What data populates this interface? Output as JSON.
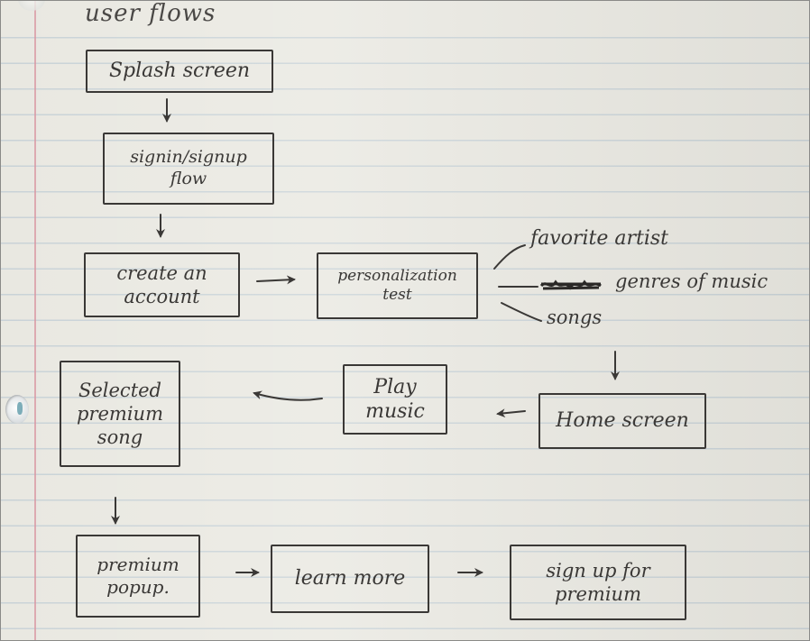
{
  "title": "user flows",
  "nodes": {
    "splash": "Splash screen",
    "signin": "signin/signup\nflow",
    "create_account": "create an\naccount",
    "personalization": "personalization\ntest",
    "home": "Home screen",
    "play_music": "Play\nmusic",
    "selected_premium": "Selected\npremium\nsong",
    "premium_popup": "premium\npopup.",
    "learn_more": "learn more",
    "signup_premium": "sign up for\npremium"
  },
  "branches": {
    "favorite_artist": "favorite artist",
    "genres": "genres of music",
    "songs": "songs"
  },
  "colors": {
    "ink": "#3a3836",
    "paper": "#e9e8e1",
    "rule_line": "#96afc8",
    "margin_line": "#d896a0"
  }
}
